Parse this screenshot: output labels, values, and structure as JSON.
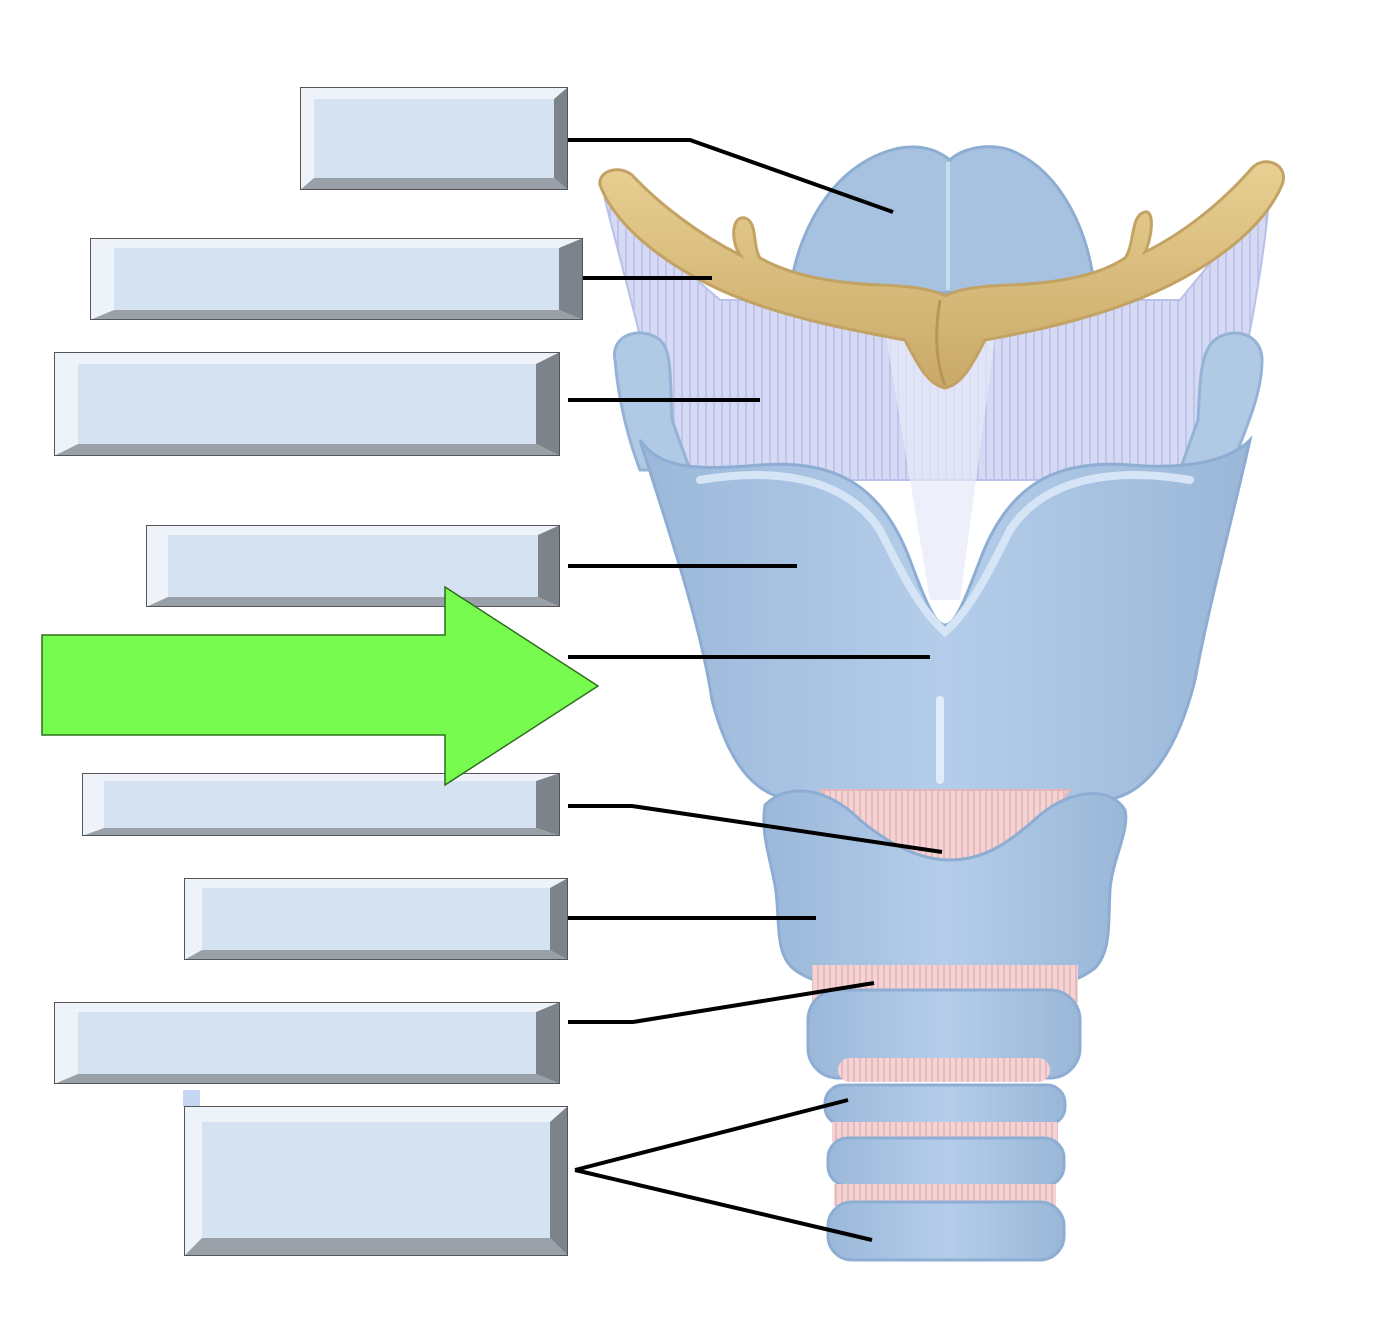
{
  "diagram": {
    "label_boxes": [
      {
        "id": "box-1",
        "text": ""
      },
      {
        "id": "box-2",
        "text": ""
      },
      {
        "id": "box-3",
        "text": ""
      },
      {
        "id": "box-4",
        "text": ""
      },
      {
        "id": "box-5",
        "text": ""
      },
      {
        "id": "box-6",
        "text": ""
      },
      {
        "id": "box-7",
        "text": ""
      },
      {
        "id": "box-8",
        "text": ""
      }
    ],
    "colors": {
      "cartilage": "#a9c4e2",
      "cartilage_light": "#c8dcf0",
      "cartilage_dark": "#8faed0",
      "hyoid_bone": "#dcc07e",
      "membrane": "#c9cff0",
      "ligament": "#f0c6c8",
      "arrow": "#77fb4f",
      "box_face": "#d4e2f2",
      "box_bevel_dark": "#7d838b",
      "box_bevel_light": "#eef3fa"
    }
  }
}
